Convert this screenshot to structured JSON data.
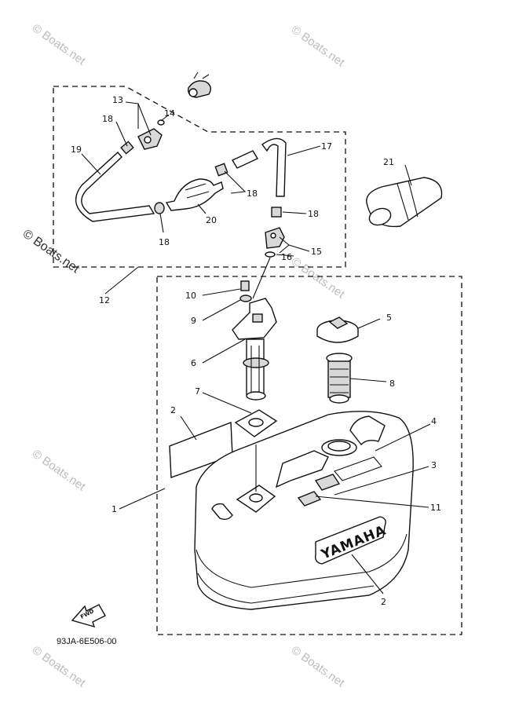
{
  "diagram": {
    "part_code": "93JA-6E506-00",
    "brand_emboss": "YAMAHA",
    "direction_arrow_label": "FWD",
    "watermark": "© Boats.net",
    "callouts": {
      "c1": "1",
      "c2a": "2",
      "c2b": "2",
      "c3": "3",
      "c4": "4",
      "c5": "5",
      "c6": "6",
      "c7": "7",
      "c8": "8",
      "c9": "9",
      "c10": "10",
      "c11": "11",
      "c12": "12",
      "c13": "13",
      "c14": "14",
      "c15": "15",
      "c16": "16",
      "c17": "17",
      "c18a": "18",
      "c18b": "18",
      "c18c": "18",
      "c18d": "18",
      "c19": "19",
      "c20": "20",
      "c21": "21"
    }
  }
}
